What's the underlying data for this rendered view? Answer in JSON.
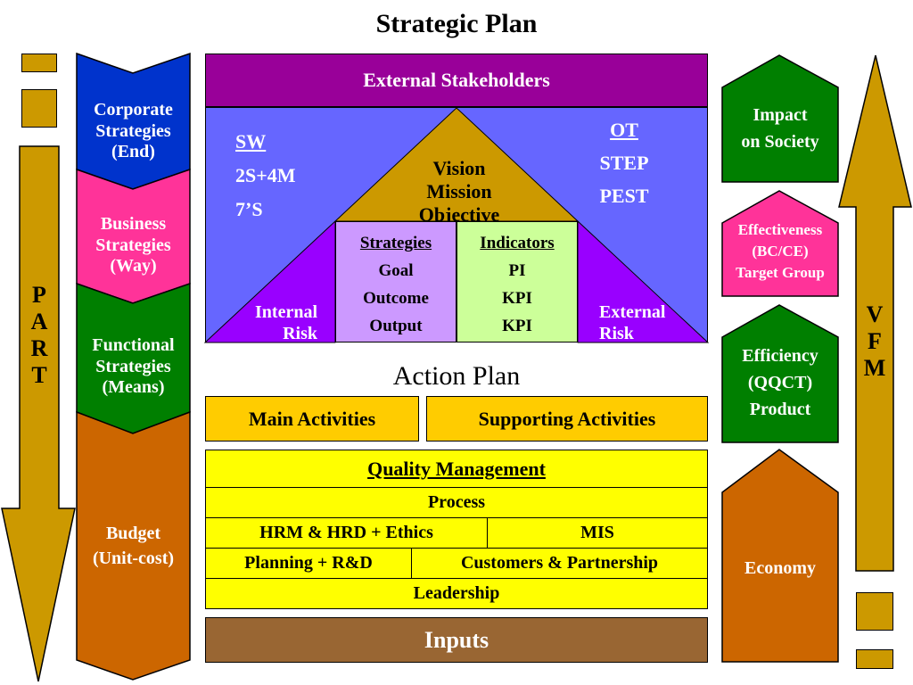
{
  "title": "Strategic Plan",
  "left": {
    "corporate": [
      "Corporate",
      "Strategies",
      "(End)"
    ],
    "business": [
      "Business",
      "Strategies",
      "(Way)"
    ],
    "functional": [
      "Functional",
      "Strategies",
      "(Means)"
    ],
    "budget": [
      "Budget",
      "(Unit-cost)"
    ],
    "part": [
      "P",
      "A",
      "R",
      "T"
    ]
  },
  "right": {
    "impact": [
      "Impact",
      "on Society"
    ],
    "effectiveness": [
      "Effectiveness",
      "(BC/CE)",
      "Target Group"
    ],
    "efficiency": [
      "Efficiency",
      "(QQCT)",
      "Product"
    ],
    "economy": "Economy",
    "vfm": [
      "V",
      "F",
      "M"
    ]
  },
  "center": {
    "external_stakeholders": "External Stakeholders",
    "sw": "SW",
    "sw_lines": [
      "2S+4M",
      "7’S"
    ],
    "ot": "OT",
    "ot_lines": [
      "STEP",
      "PEST"
    ],
    "vision": [
      "Vision",
      "Mission",
      "Objective"
    ],
    "strategies_header": "Strategies",
    "strategies_items": [
      "Goal",
      "Outcome",
      "Output"
    ],
    "indicators_header": "Indicators",
    "indicators_items": [
      "PI",
      "KPI",
      "KPI"
    ],
    "internal_risk": [
      "Internal",
      "Risk"
    ],
    "external_risk": [
      "External",
      "Risk"
    ]
  },
  "action_plan": "Action Plan",
  "main_activities": "Main Activities",
  "supporting_activities": "Supporting Activities",
  "quality": {
    "header": "Quality Management",
    "process": "Process",
    "hrm": "HRM & HRD + Ethics",
    "mis": "MIS",
    "planning": "Planning + R&D",
    "customers": "Customers & Partnership",
    "leadership": "Leadership"
  },
  "inputs": "Inputs",
  "colors": {
    "gold": "#CC9900",
    "purple": "#990099",
    "blue": "#6666FF",
    "violet": "#9900FF",
    "yellow": "#FFFF00",
    "orange_box": "#FFCC00",
    "brown": "#996633",
    "dark_blue": "#0033CC",
    "pink": "#FF3399",
    "green": "#007F00",
    "rust": "#CC6600",
    "lavender": "#CC99FF",
    "light_green": "#CCFF99"
  }
}
